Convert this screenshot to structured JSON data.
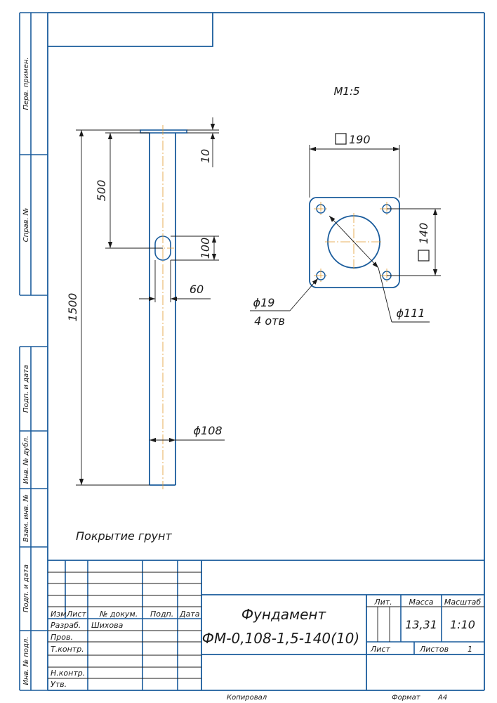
{
  "side_labels": {
    "perv_primen": "Перв. примен.",
    "sprav_no": "Справ. №",
    "podp_data_1": "Подп. и дата",
    "inv_dubl": "Инв. № дубл.",
    "vzam_inv": "Взам. инв. №",
    "podp_data_2": "Подп. и дата",
    "inv_podl": "Инв. № подл."
  },
  "drawing": {
    "scale_label": "М1:5",
    "dims": {
      "len_10": "10",
      "len_500": "500",
      "len_1500": "1500",
      "len_100": "100",
      "len_60": "60",
      "dia_108": "ϕ108",
      "sq_190": "190",
      "sq_140": "140",
      "dia_19": "ϕ19",
      "holes": "4 отв",
      "dia_111": "ϕ111"
    },
    "note": "Покрытие грунт"
  },
  "title_block": {
    "headers": {
      "izm": "Изм.",
      "list": "Лист",
      "doc_no": "№ докум.",
      "podp": "Подп.",
      "data": "Дата"
    },
    "roles": {
      "razrab": "Разраб.",
      "prov": "Пров.",
      "tkontr": "Т.контр.",
      "nkontr": "Н.контр.",
      "utv": "Утв."
    },
    "developer": "Шихова",
    "title_line1": "Фундамент",
    "title_line2": "ФМ-0,108-1,5-140(10)",
    "lit_label": "Лит.",
    "mass_label": "Масса",
    "scale_label": "Масштаб",
    "mass_value": "13,31",
    "scale_value": "1:10",
    "sheet_label": "Лист",
    "sheets_label": "Листов",
    "sheets_value": "1"
  },
  "footer": {
    "copied": "Копировал",
    "format_label": "Формат",
    "format_value": "А4"
  }
}
